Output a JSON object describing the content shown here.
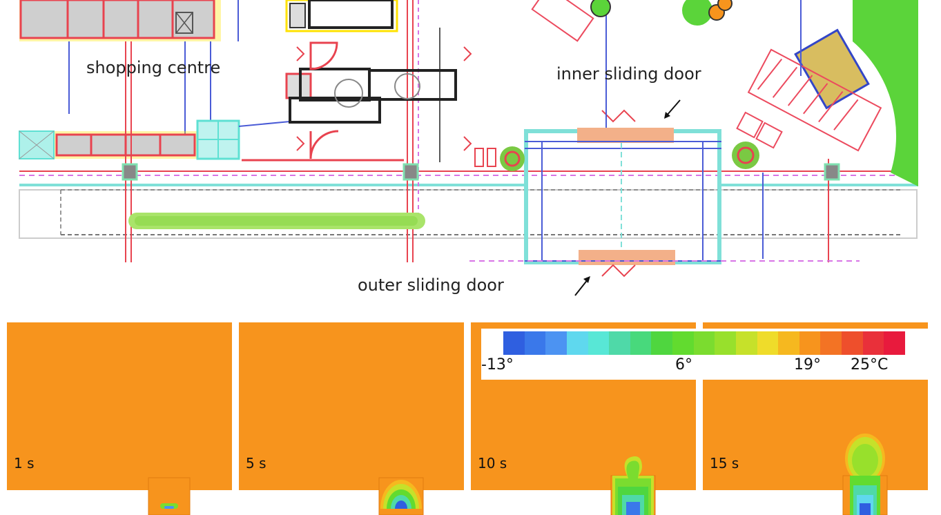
{
  "plan": {
    "labels": {
      "shopping_centre": "shopping centre",
      "inner_sliding_door": "inner sliding door",
      "outer_sliding_door": "outer sliding door"
    }
  },
  "colorbar": {
    "colors": [
      "#2f5fe0",
      "#3a78ea",
      "#4c93f2",
      "#5fd8ee",
      "#58e7d6",
      "#4fd9a8",
      "#48d97c",
      "#4fd63f",
      "#62db2f",
      "#7bdc2f",
      "#98e02c",
      "#c6e12a",
      "#efdc2a",
      "#f6b81f",
      "#f7941d",
      "#f37324",
      "#ee4f2c",
      "#e9303a",
      "#e81a3d"
    ],
    "ticks": [
      {
        "label": "-13°",
        "value": -13
      },
      {
        "label": "6°",
        "value": 6
      },
      {
        "label": "19°",
        "value": 19
      },
      {
        "label": "25°C",
        "value": 25
      }
    ]
  },
  "panels": [
    {
      "time": "1 s"
    },
    {
      "time": "5 s"
    },
    {
      "time": "10 s"
    },
    {
      "time": "15 s"
    }
  ]
}
